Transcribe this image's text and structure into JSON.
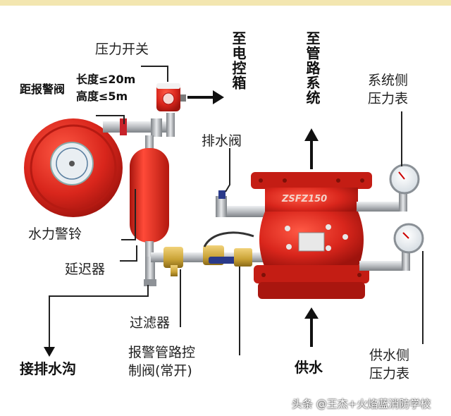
{
  "labels": {
    "pressure_switch": "压力开关",
    "distance_title": "距报警阀",
    "length_limit": "长度≤20m",
    "height_limit": "高度≤5m",
    "to_control_box": "至电控箱",
    "to_pipe_system": "至管路系统",
    "system_gauge_1": "系统侧",
    "system_gauge_2": "压力表",
    "drain_valve": "排水阀",
    "water_gong": "水力警铃",
    "retard_chamber": "延迟器",
    "strainer": "过滤器",
    "alarm_valve_1": "报警管路控",
    "alarm_valve_2": "制阀(常开)",
    "to_drain": "接排水沟",
    "water_supply": "供水",
    "supply_gauge_1": "供水侧",
    "supply_gauge_2": "压力表",
    "valve_marking": "ZSFZ150",
    "watermark": "头条 @王杰+火焰蓝消防学校"
  },
  "colors": {
    "valve_red": "#d9261c",
    "pipe_steel": "#b9bcc0",
    "brass": "#c9a235",
    "text": "#222222"
  }
}
